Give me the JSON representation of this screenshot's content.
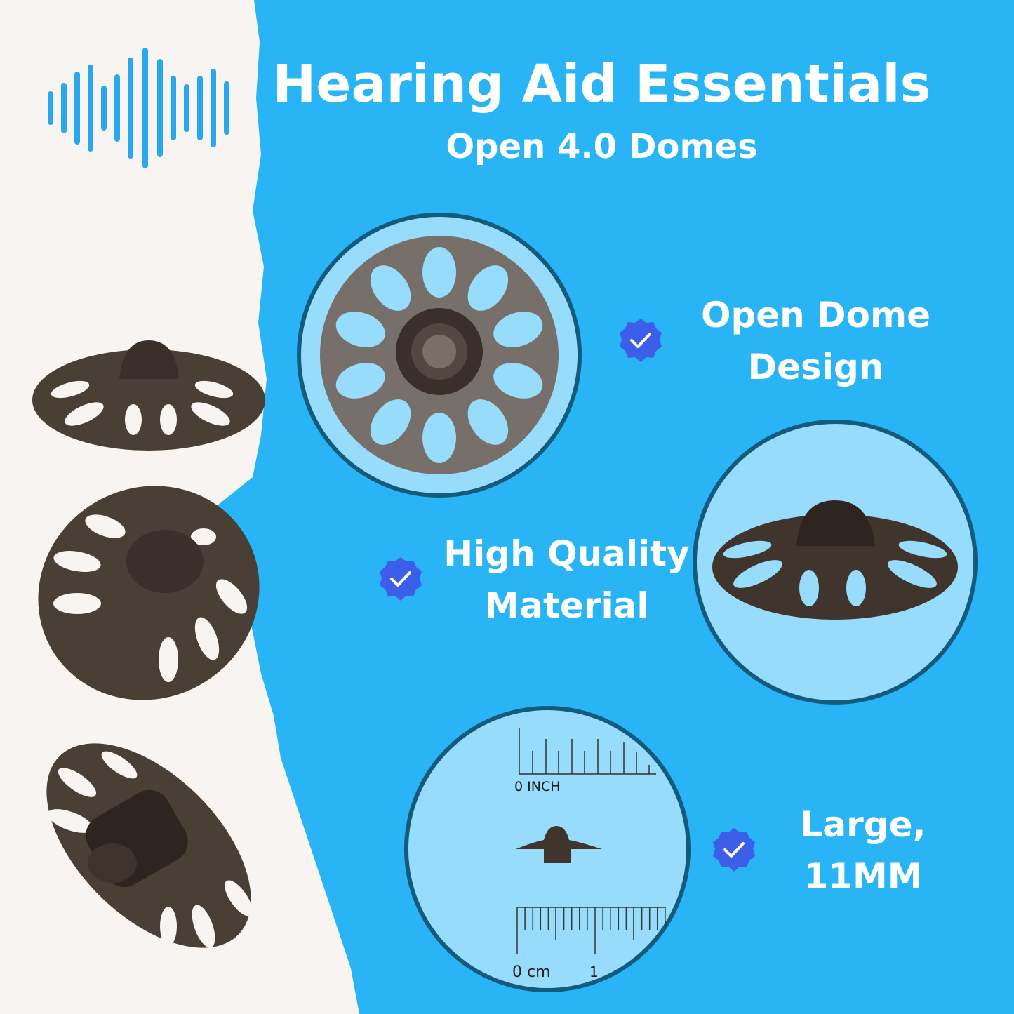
{
  "header": {
    "title": "Hearing Aid Essentials",
    "subtitle": "Open 4.0 Domes"
  },
  "features": [
    {
      "line1": "Open Dome",
      "line2": "Design"
    },
    {
      "line1": "High Quality",
      "line2": "Material"
    },
    {
      "line1": "Large,",
      "line2": "11MM"
    }
  ],
  "ruler": {
    "inch_label": "0 INCH",
    "cm_label": "0 cm",
    "cm_one": "1"
  },
  "colors": {
    "background": "#29b4f5",
    "circle_fill": "#97dcfa",
    "circle_border": "#135a7d",
    "check_badge": "#3d5ee8",
    "dome": "#4a3f35",
    "icon": "#29a8ef"
  }
}
